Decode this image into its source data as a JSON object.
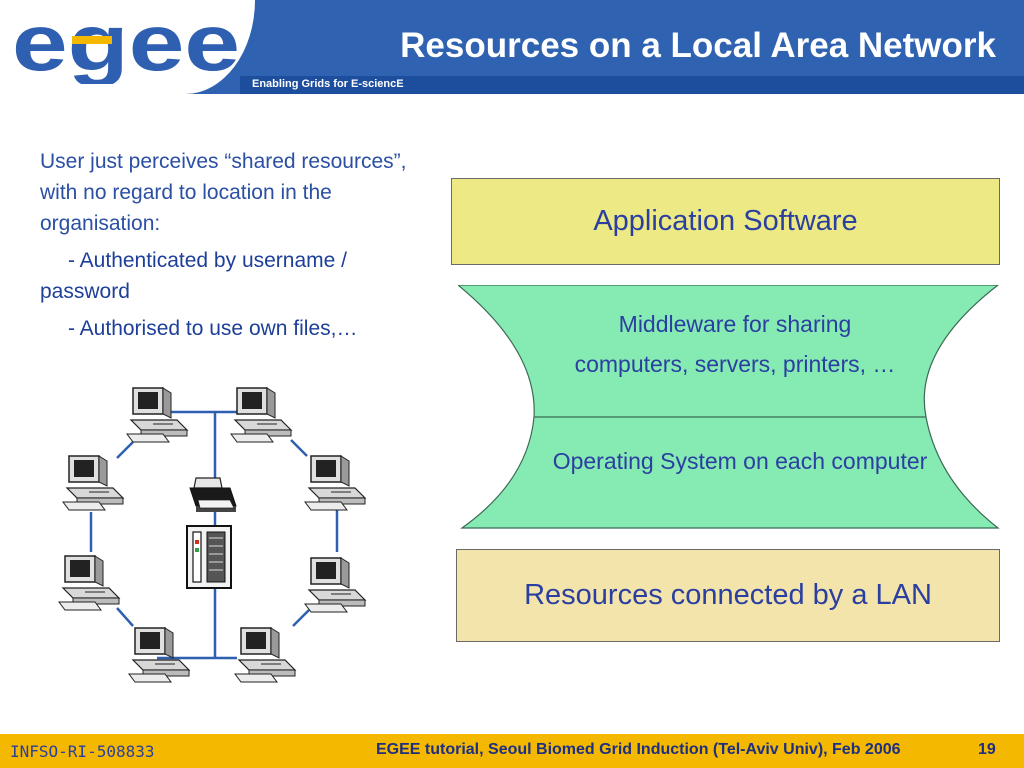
{
  "header": {
    "logo_text": "egee",
    "title": "Resources on a Local Area Network",
    "tagline": "Enabling Grids for E-sciencE"
  },
  "body": {
    "para1": "User just perceives “shared resources”, with no regard to location in the organisation:",
    "para2": "- Authenticated by username / password",
    "para3": "- Authorised to use own files,…"
  },
  "diagram": {
    "computer_icon": "desktop-computer-icon",
    "printer_icon": "printer-icon",
    "server_icon": "server-tower-icon"
  },
  "stack": {
    "application": "Application Software",
    "middleware_line1": "Middleware for sharing",
    "middleware_line2": "computers, servers, printers, …",
    "os": "Operating System on each computer",
    "lan": "Resources connected by a LAN"
  },
  "colors": {
    "header_blue": "#2f63b2",
    "footer_gold": "#f4b800",
    "app_box": "#ede984",
    "hourglass": "#86eab3",
    "lan_box": "#f3e4ac"
  },
  "footer": {
    "left": "INFSO-RI-508833",
    "right": "EGEE tutorial, Seoul Biomed Grid Induction (Tel-Aviv Univ), Feb 2006",
    "page": "19"
  }
}
